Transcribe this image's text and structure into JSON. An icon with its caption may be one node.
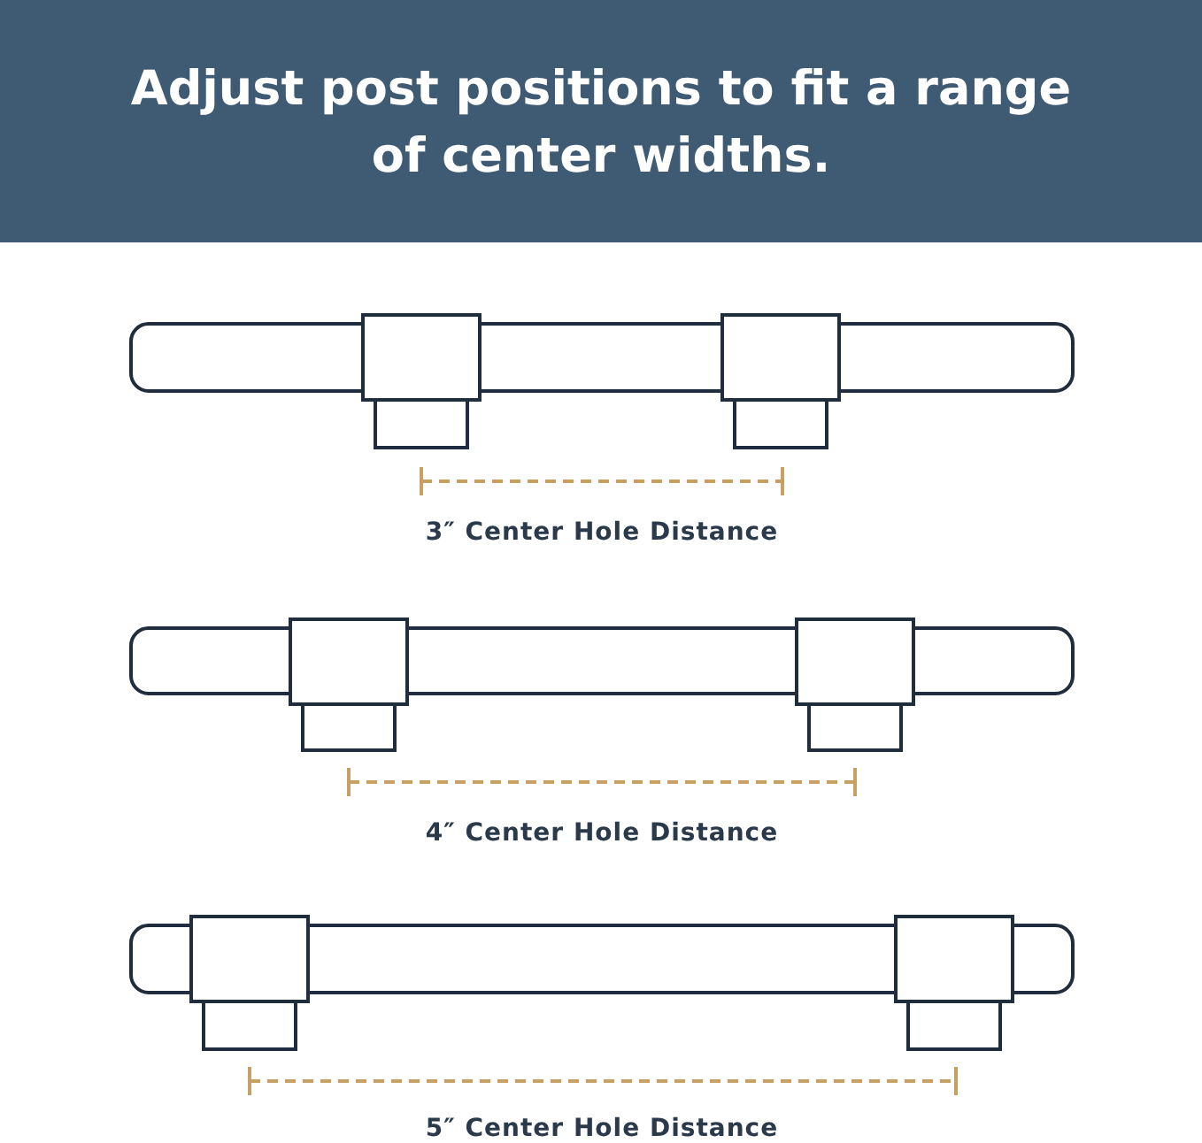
{
  "diagram": {
    "title": "Adjust post positions to fit a range of center widths.",
    "labels": [
      "3″ Center Hole Distance",
      "4″ Center Hole Distance",
      "5″ Center Hole Distance"
    ]
  }
}
